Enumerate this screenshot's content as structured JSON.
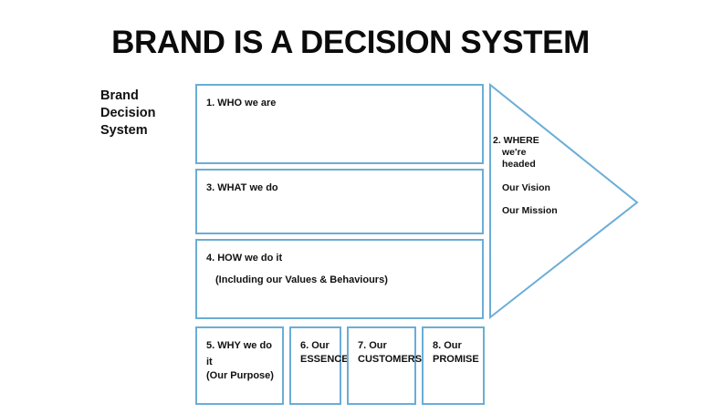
{
  "title": "BRAND IS A DECISION SYSTEM",
  "side_label": {
    "line1": "Brand",
    "line2": "Decision",
    "line3": "System"
  },
  "colors": {
    "box_border": "#6BADD6",
    "text": "#111111",
    "background": "#FFFFFF"
  },
  "boxes": {
    "who": {
      "label": "1.  WHO we are"
    },
    "what": {
      "label": "3.  WHAT we do"
    },
    "how": {
      "label": "4. HOW we do it",
      "sub": "(Including our Values & Behaviours)"
    },
    "why": {
      "label": "5. WHY we do it",
      "line2": "(Our Purpose)"
    },
    "essence": {
      "label": "6. Our",
      "line2": "ESSENCE"
    },
    "customers": {
      "label": "7. Our",
      "line2": "CUSTOMERS"
    },
    "promise": {
      "label": "8. Our",
      "line2": "PROMISE"
    }
  },
  "arrow": {
    "where_line1": "2. WHERE",
    "where_line2": "we're",
    "where_line3": "headed",
    "vision": "Our Vision",
    "mission": "Our Mission"
  }
}
